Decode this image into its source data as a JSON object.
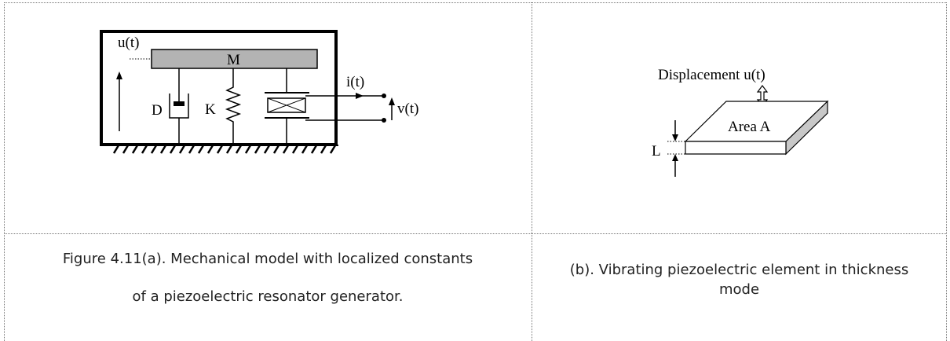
{
  "figure_a": {
    "labels": {
      "displacement": "u(t)",
      "mass": "M",
      "current": "i(t)",
      "damper": "D",
      "spring": "K",
      "voltage": "v(t)"
    },
    "caption_line1": "Figure 4.11(a). Mechanical model with localized constants",
    "caption_line2": "of a piezoelectric resonator generator."
  },
  "figure_b": {
    "labels": {
      "displacement": "Displacement u(t)",
      "area": "Area A",
      "thickness": "L"
    },
    "caption_line1": "(b). Vibrating piezoelectric element in thickness",
    "caption_line2": "mode"
  }
}
